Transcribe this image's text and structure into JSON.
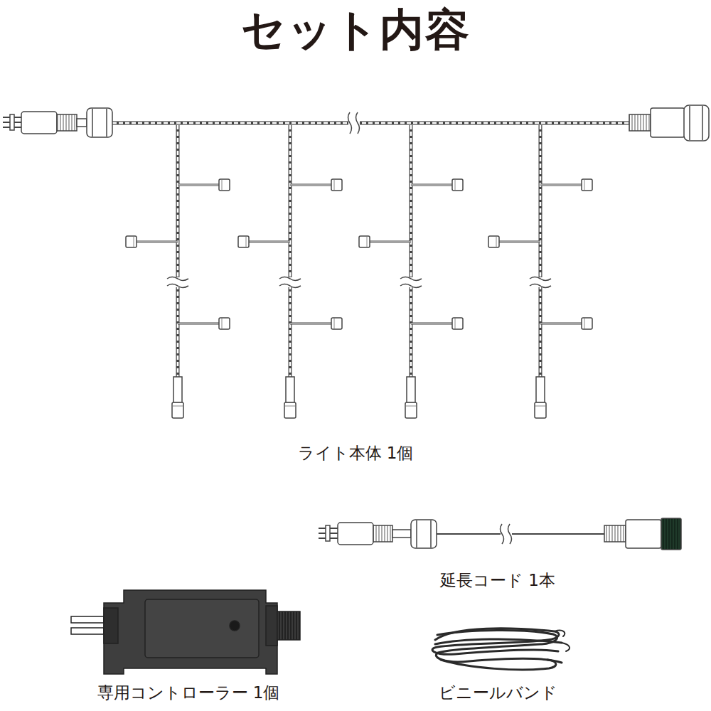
{
  "diagram": {
    "title": "セット内容",
    "labels": [
      "ライト本体 1個",
      "延長コード 1本",
      "専用コントローラー 1個",
      "ビニールバンド"
    ]
  }
}
